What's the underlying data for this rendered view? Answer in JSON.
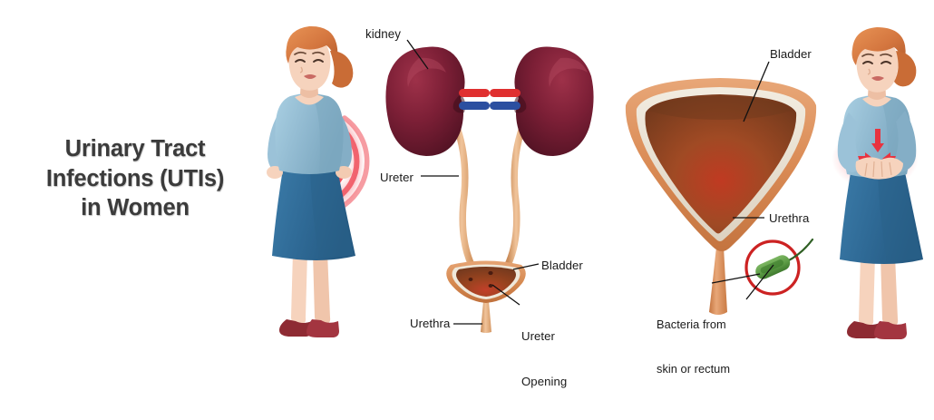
{
  "title": {
    "lines": [
      "Urinary Tract",
      "Infections (UTIs)",
      "in Women"
    ],
    "color": "#3b3b3b"
  },
  "labels": {
    "kidney": "kidney",
    "ureter": "Ureter",
    "bladder_center": "Bladder",
    "ureter_opening_line1": "Ureter",
    "ureter_opening_line2": "Opening",
    "urethra_center": "Urethra",
    "bladder_right": "Bladder",
    "urethra_right": "Urethra",
    "bacteria_line1": "Bacteria from",
    "bacteria_line2": "skin or rectum"
  },
  "figures": {
    "left_woman": {
      "name": "woman-with-flank-pain",
      "pain_location": "right flank / lower back",
      "pain_indicator": "red arcs",
      "hair_color": "#d4763f",
      "top_color": "#8fb8cf",
      "skirt_color": "#2f6a96",
      "shoe_color": "#8e2b33",
      "skin_color": "#f6d3bd"
    },
    "right_woman": {
      "name": "woman-with-abdominal-pain",
      "pain_location": "lower abdomen / bladder",
      "pain_indicator": "red arrows",
      "hair_color": "#d4763f",
      "top_color": "#8fb8cf",
      "skirt_color": "#2f6a96",
      "shoe_color": "#8e2b33",
      "skin_color": "#f6d3bd"
    },
    "center_diagram": {
      "name": "urinary-tract-diagram",
      "parts": [
        "left kidney",
        "right kidney",
        "renal artery",
        "renal vein",
        "left ureter",
        "right ureter",
        "bladder",
        "ureter openings",
        "urethra"
      ],
      "kidney_color": "#7d1f35",
      "ureter_color": "#e0a878",
      "bladder_wall_color": "#d98e5e",
      "bladder_interior_color": "#8a4a28"
    },
    "right_diagram": {
      "name": "bladder-cross-section",
      "parts": [
        "bladder wall",
        "bladder lining",
        "bladder interior",
        "urethra",
        "bacteria"
      ],
      "bacteria_color": "#5c9e4a",
      "circle_color": "#cc2222"
    }
  },
  "colors": {
    "background": "#ffffff",
    "label_text": "#1a1a1a",
    "pain_red": "#e8424a",
    "kidney_dark": "#5d1528",
    "kidney_light": "#a33a52",
    "artery_red": "#e03030",
    "vein_blue": "#2b4fa0"
  }
}
